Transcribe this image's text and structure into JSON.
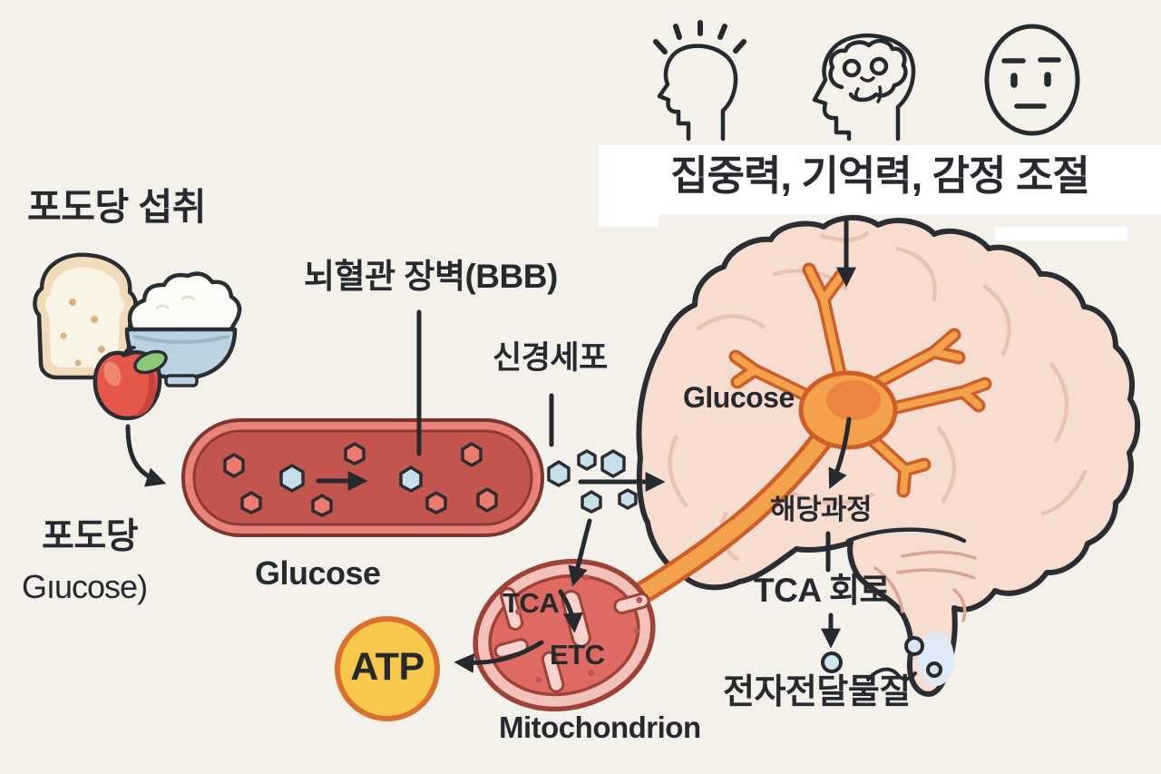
{
  "title": "Glucose and brain energy metabolism diagram",
  "palette": {
    "background": "#f4f1ea",
    "ink": "#26292e",
    "vessel_outer": "#e8837a",
    "vessel_inner": "#c4544e",
    "glucose_red_hex": "#ee7a6d",
    "glucose_blue_hex": "#c6dfe9",
    "brain_fill": "#f7dcd0",
    "brain_sulci": "#e7c3b4",
    "neuron_fill": "#f3a24b",
    "neuron_outline": "#cf5d28",
    "mito_outer": "#f3c0ba",
    "mito_inner": "#de6a61",
    "mito_outline": "#9e4238",
    "atp_fill": "#f7c84a",
    "atp_border": "#da6f2e",
    "bubble_blue": "#d4e6f2"
  },
  "intake": {
    "title": "포도당 섭취",
    "food_icons": [
      "bread-icon",
      "rice-bowl-icon",
      "apple-icon"
    ],
    "glucose_ko": "포도당",
    "glucose_en": "Gıucose)"
  },
  "bloodstream": {
    "vessel_label": "Glucose",
    "bbb_label": "뇌혈관 장벽(BBB)",
    "neuron_cell_label": "신경세포"
  },
  "functions": {
    "caption": "집중력, 기억력, 감정 조절",
    "icons": [
      "focus-head-icon",
      "memory-brain-head-icon",
      "emotion-face-icon"
    ]
  },
  "brain": {
    "glucose_label": "Glucose",
    "glycolysis": "해당과정",
    "tca_cycle": "TCA 회로",
    "neurotransmitter": "전자전달물질"
  },
  "energy": {
    "tca": "TCA",
    "etc": "ETC",
    "atp": "ATP",
    "mitochondrion_label": "Mitochondrion"
  }
}
